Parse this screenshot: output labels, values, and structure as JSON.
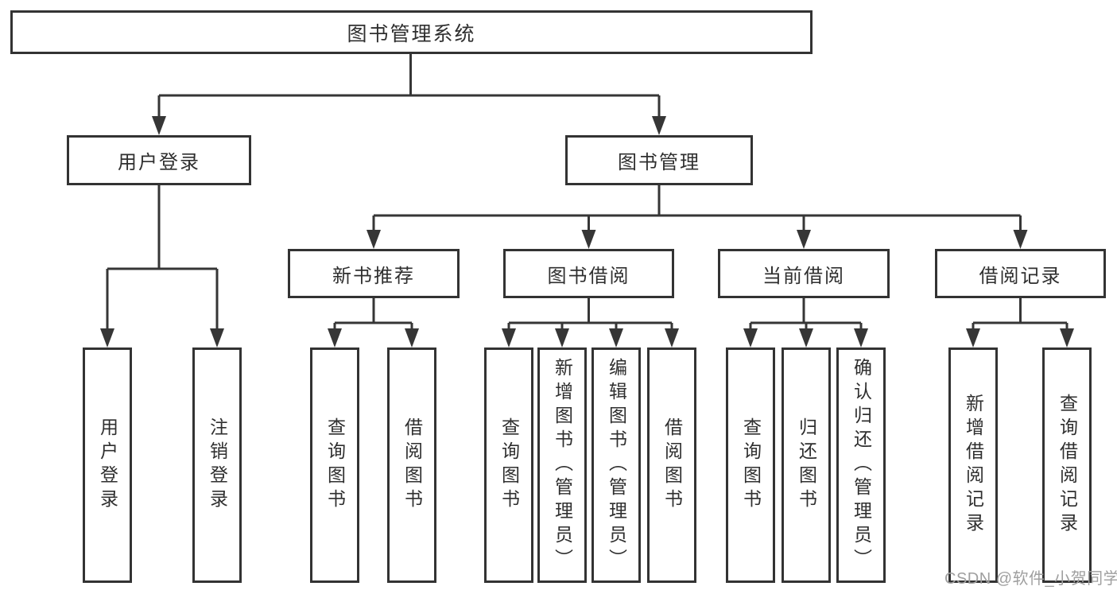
{
  "title": "图书管理系统",
  "tree": {
    "root": "图书管理系统",
    "children": [
      {
        "label": "用户登录",
        "children": [
          "用户登录",
          "注销登录"
        ]
      },
      {
        "label": "图书管理",
        "children": [
          {
            "label": "新书推荐",
            "children": [
              "查询图书",
              "借阅图书"
            ]
          },
          {
            "label": "图书借阅",
            "children": [
              "查询图书",
              "新增图书（管理员）",
              "编辑图书（管理员）",
              "借阅图书"
            ]
          },
          {
            "label": "当前借阅",
            "children": [
              "查询图书",
              "归还图书",
              "确认归还（管理员）"
            ]
          },
          {
            "label": "借阅记录",
            "children": [
              "新增借阅记录",
              "查询借阅记录"
            ]
          }
        ]
      }
    ]
  },
  "watermark": "CSDN @软件_小贺同学",
  "colors": {
    "line": "#363636",
    "box_border": "#333333",
    "text": "#2f2f2f",
    "background": "#ffffff",
    "watermark": "#9f9f9f"
  }
}
